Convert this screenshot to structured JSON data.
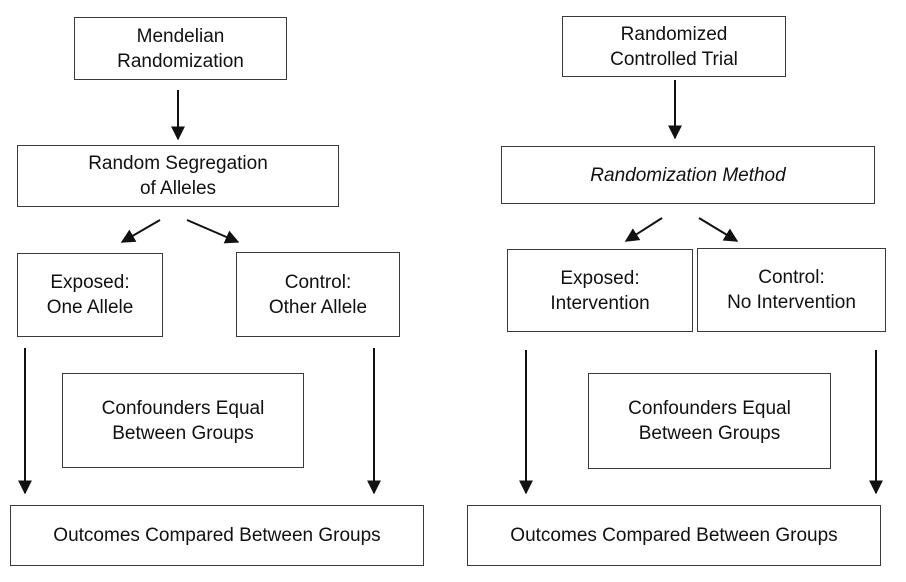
{
  "left_flow": {
    "top": "Mendelian\nRandomization",
    "mechanism": "Random Segregation\nof Alleles",
    "exposed": "Exposed:\nOne Allele",
    "control": "Control:\nOther Allele",
    "confounders": "Confounders Equal\nBetween Groups",
    "outcome": "Outcomes Compared Between Groups"
  },
  "right_flow": {
    "top": "Randomized\nControlled Trial",
    "mechanism": "Randomization Method",
    "exposed": "Exposed:\nIntervention",
    "control": "Control:\nNo Intervention",
    "confounders": "Confounders Equal\nBetween Groups",
    "outcome": "Outcomes Compared Between Groups"
  }
}
